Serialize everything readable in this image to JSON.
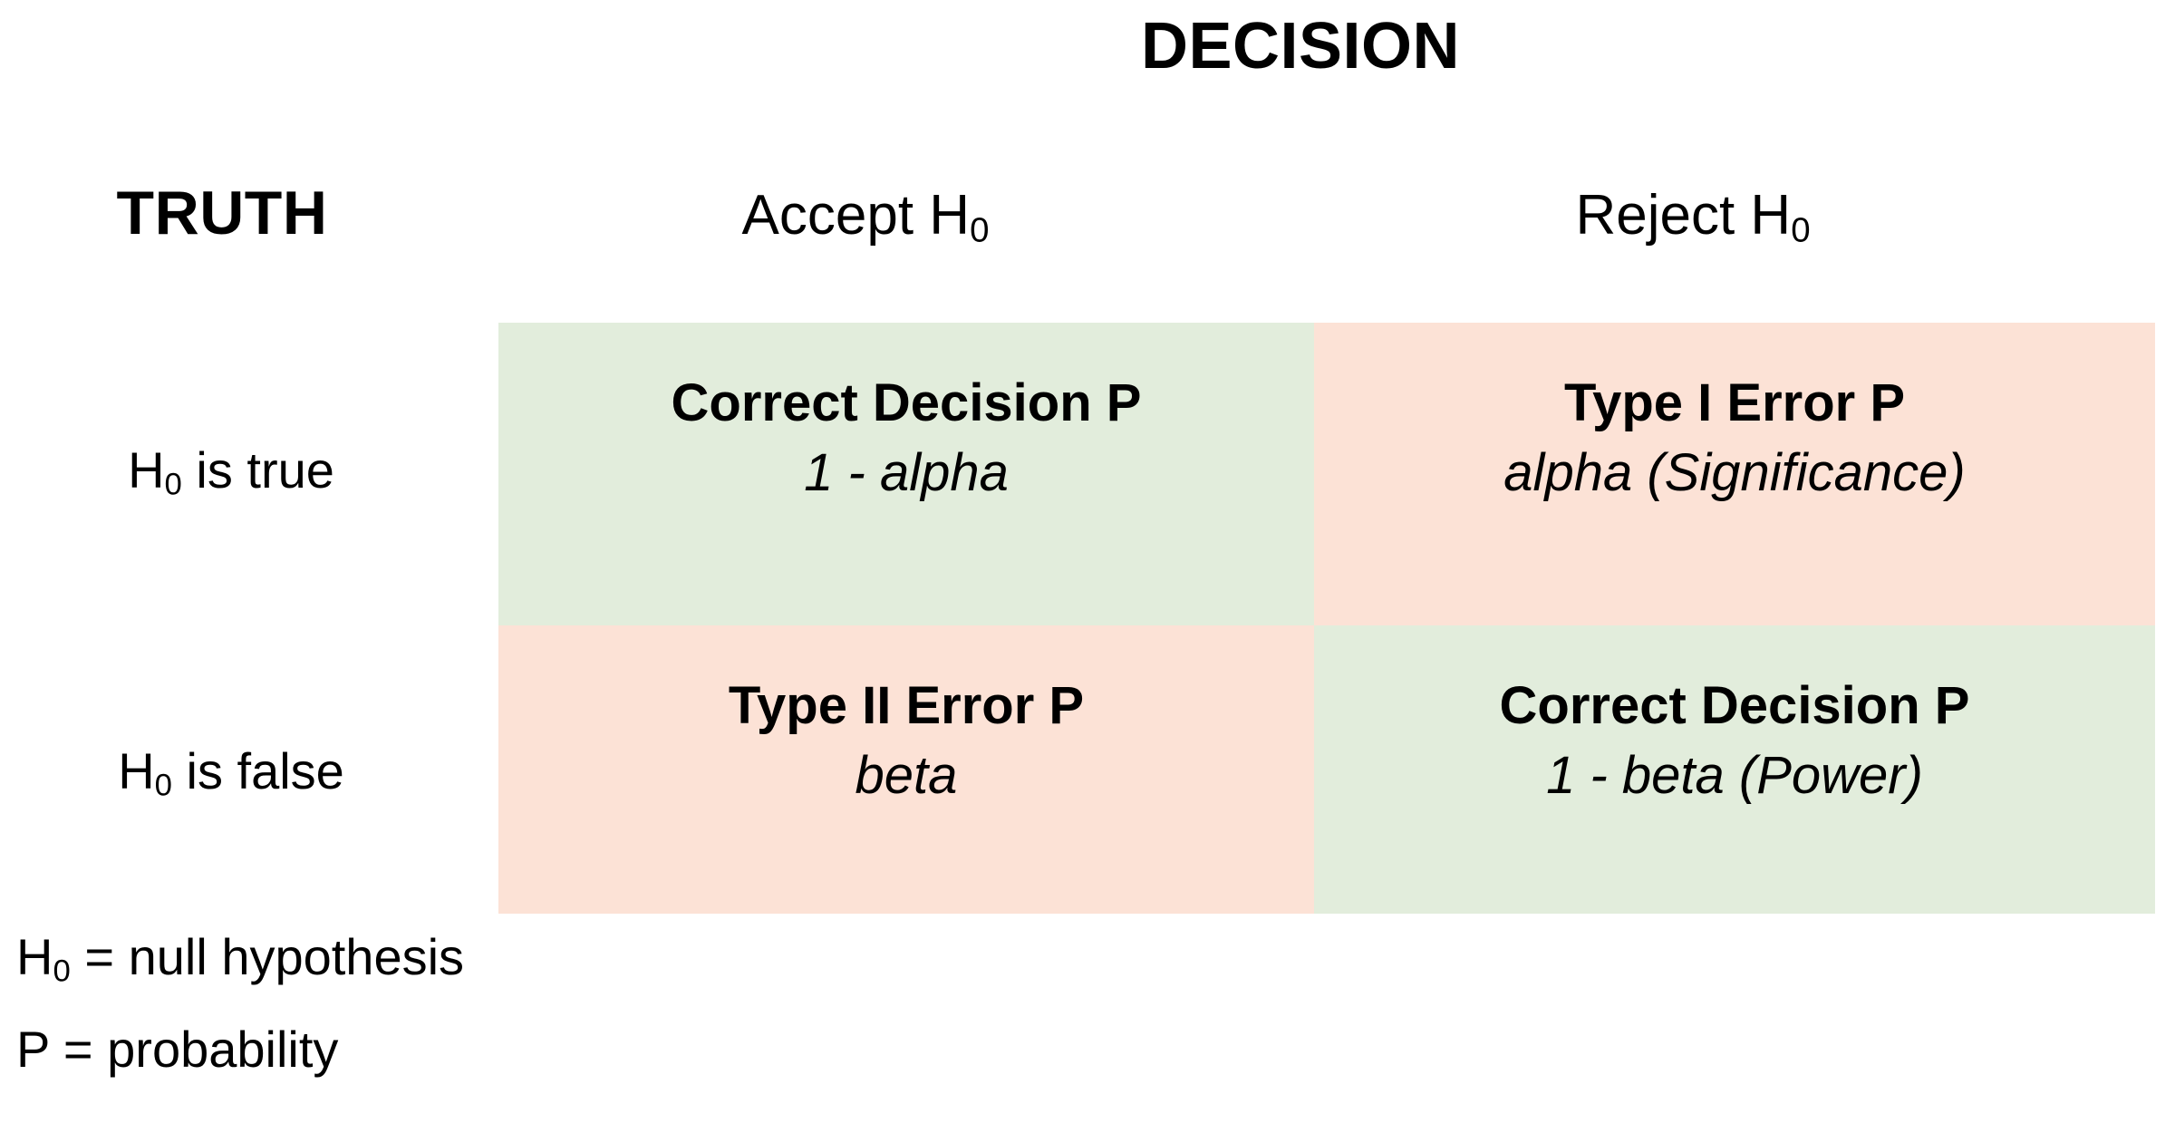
{
  "title": "DECISION",
  "row_axis_title": "TRUTH",
  "columns": [
    {
      "label_prefix": "Accept H",
      "label_sub": "0"
    },
    {
      "label_prefix": "Reject H",
      "label_sub": "0"
    }
  ],
  "rows": [
    {
      "label_prefix": "H",
      "label_sub": "0",
      "label_suffix": " is true"
    },
    {
      "label_prefix": "H",
      "label_sub": "0",
      "label_suffix": " is false"
    }
  ],
  "cells": [
    {
      "outcome": "Correct Decision P",
      "probability": "1 - alpha",
      "color": "#E2EDDC",
      "tone": "green"
    },
    {
      "outcome": "Type I Error P",
      "probability": "alpha (Significance)",
      "color": "#FCE2D6",
      "tone": "pink"
    },
    {
      "outcome": "Type II Error P",
      "probability": "beta",
      "color": "#FCE2D6",
      "tone": "pink"
    },
    {
      "outcome": "Correct Decision P",
      "probability": "1 - beta (Power)",
      "color": "#E2EDDC",
      "tone": "green"
    }
  ],
  "legend": [
    {
      "prefix": "H",
      "sub": "0",
      "suffix": " = null hypothesis"
    },
    {
      "prefix": "P",
      "sub": "",
      "suffix": " = probability"
    }
  ],
  "colors": {
    "correct_decision": "#E2EDDC",
    "error": "#FCE2D6",
    "background": "#FFFFFF",
    "text": "#000000"
  }
}
